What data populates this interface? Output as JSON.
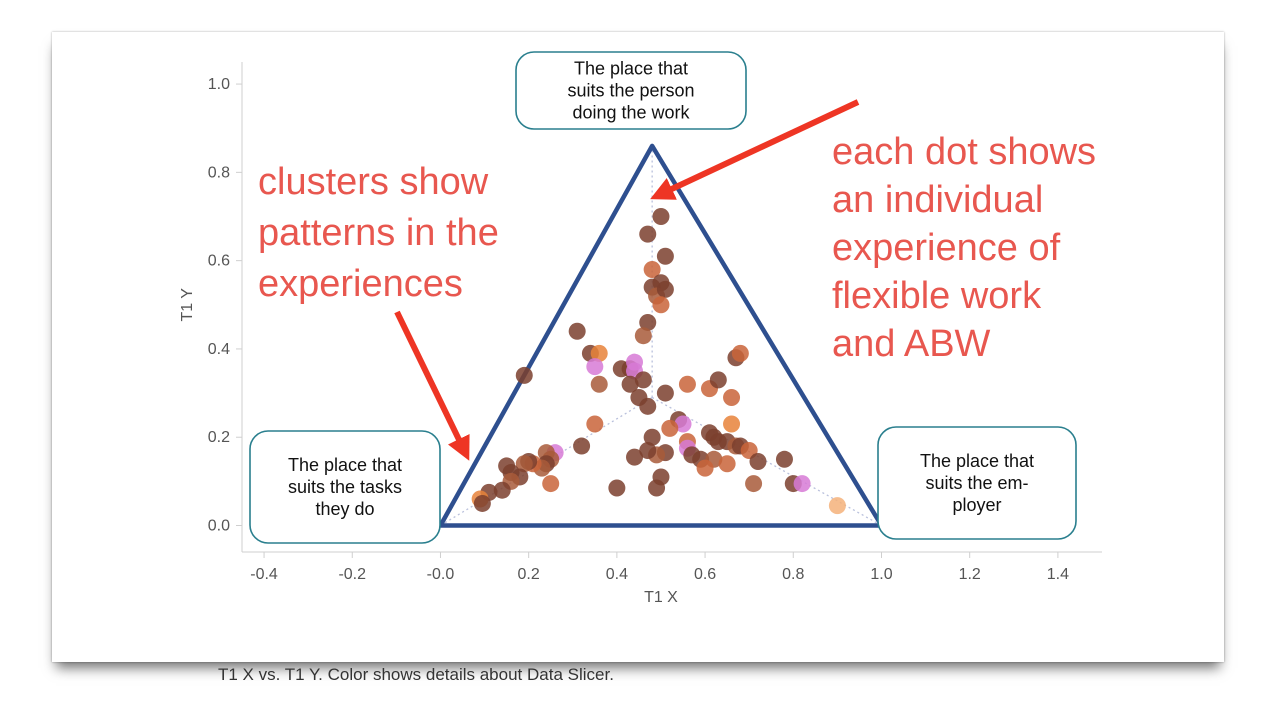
{
  "caption": "T1 X vs. T1 Y.  Color shows details about Data Slicer.",
  "chart_data": {
    "type": "scatter",
    "xlabel": "T1 X",
    "ylabel": "T1 Y",
    "xlim": [
      -0.45,
      1.5
    ],
    "ylim": [
      -0.06,
      1.05
    ],
    "x_ticks": [
      "-0.4",
      "-0.2",
      "-0.0",
      "0.2",
      "0.4",
      "0.6",
      "0.8",
      "1.0",
      "1.2",
      "1.4"
    ],
    "y_ticks": [
      "0.0",
      "0.2",
      "0.4",
      "0.6",
      "0.8",
      "1.0"
    ],
    "grid": false,
    "triangle": [
      [
        0.0,
        0.0
      ],
      [
        1.0,
        0.0
      ],
      [
        0.48,
        0.86
      ]
    ],
    "centroid": [
      0.48,
      0.29
    ],
    "colors": {
      "dark_brown": "#7b3f2e",
      "mid_brown": "#a85a3a",
      "orange_brown": "#c9643a",
      "orange": "#e8833a",
      "light_orange": "#f4b27a",
      "pink": "#d77ad6",
      "triangle": "#2e4f8f",
      "annotation": "#e8574f"
    },
    "points": [
      [
        0.47,
        0.66,
        "dark_brown"
      ],
      [
        0.5,
        0.7,
        "dark_brown"
      ],
      [
        0.51,
        0.61,
        "dark_brown"
      ],
      [
        0.48,
        0.58,
        "orange_brown"
      ],
      [
        0.48,
        0.54,
        "dark_brown"
      ],
      [
        0.5,
        0.55,
        "dark_brown"
      ],
      [
        0.49,
        0.52,
        "mid_brown"
      ],
      [
        0.51,
        0.535,
        "dark_brown"
      ],
      [
        0.5,
        0.5,
        "orange_brown"
      ],
      [
        0.47,
        0.46,
        "dark_brown"
      ],
      [
        0.46,
        0.43,
        "mid_brown"
      ],
      [
        0.31,
        0.44,
        "dark_brown"
      ],
      [
        0.34,
        0.39,
        "dark_brown"
      ],
      [
        0.36,
        0.39,
        "orange"
      ],
      [
        0.35,
        0.36,
        "pink"
      ],
      [
        0.36,
        0.32,
        "mid_brown"
      ],
      [
        0.41,
        0.355,
        "dark_brown"
      ],
      [
        0.43,
        0.355,
        "dark_brown"
      ],
      [
        0.44,
        0.37,
        "pink"
      ],
      [
        0.44,
        0.35,
        "pink"
      ],
      [
        0.43,
        0.32,
        "dark_brown"
      ],
      [
        0.46,
        0.33,
        "dark_brown"
      ],
      [
        0.45,
        0.29,
        "dark_brown"
      ],
      [
        0.19,
        0.34,
        "dark_brown"
      ],
      [
        0.35,
        0.23,
        "orange_brown"
      ],
      [
        0.47,
        0.27,
        "dark_brown"
      ],
      [
        0.51,
        0.3,
        "dark_brown"
      ],
      [
        0.56,
        0.32,
        "orange_brown"
      ],
      [
        0.61,
        0.31,
        "orange_brown"
      ],
      [
        0.63,
        0.33,
        "dark_brown"
      ],
      [
        0.67,
        0.38,
        "dark_brown"
      ],
      [
        0.68,
        0.39,
        "orange_brown"
      ],
      [
        0.66,
        0.29,
        "orange_brown"
      ],
      [
        0.54,
        0.24,
        "dark_brown"
      ],
      [
        0.55,
        0.23,
        "pink"
      ],
      [
        0.52,
        0.22,
        "orange_brown"
      ],
      [
        0.56,
        0.19,
        "orange_brown"
      ],
      [
        0.56,
        0.175,
        "pink"
      ],
      [
        0.51,
        0.165,
        "dark_brown"
      ],
      [
        0.49,
        0.16,
        "mid_brown"
      ],
      [
        0.48,
        0.2,
        "dark_brown"
      ],
      [
        0.47,
        0.17,
        "dark_brown"
      ],
      [
        0.44,
        0.155,
        "dark_brown"
      ],
      [
        0.61,
        0.21,
        "dark_brown"
      ],
      [
        0.62,
        0.2,
        "dark_brown"
      ],
      [
        0.63,
        0.19,
        "dark_brown"
      ],
      [
        0.65,
        0.19,
        "dark_brown"
      ],
      [
        0.67,
        0.18,
        "mid_brown"
      ],
      [
        0.66,
        0.23,
        "orange"
      ],
      [
        0.68,
        0.18,
        "dark_brown"
      ],
      [
        0.7,
        0.17,
        "orange_brown"
      ],
      [
        0.72,
        0.145,
        "dark_brown"
      ],
      [
        0.57,
        0.16,
        "dark_brown"
      ],
      [
        0.59,
        0.15,
        "dark_brown"
      ],
      [
        0.62,
        0.15,
        "mid_brown"
      ],
      [
        0.65,
        0.14,
        "orange_brown"
      ],
      [
        0.6,
        0.13,
        "orange_brown"
      ],
      [
        0.78,
        0.15,
        "dark_brown"
      ],
      [
        0.8,
        0.095,
        "dark_brown"
      ],
      [
        0.82,
        0.095,
        "pink"
      ],
      [
        0.71,
        0.095,
        "mid_brown"
      ],
      [
        0.9,
        0.045,
        "light_orange"
      ],
      [
        0.5,
        0.11,
        "dark_brown"
      ],
      [
        0.49,
        0.085,
        "dark_brown"
      ],
      [
        0.4,
        0.085,
        "dark_brown"
      ],
      [
        0.32,
        0.18,
        "dark_brown"
      ],
      [
        0.26,
        0.165,
        "pink"
      ],
      [
        0.24,
        0.165,
        "mid_brown"
      ],
      [
        0.25,
        0.15,
        "mid_brown"
      ],
      [
        0.24,
        0.14,
        "dark_brown"
      ],
      [
        0.23,
        0.13,
        "mid_brown"
      ],
      [
        0.21,
        0.14,
        "orange_brown"
      ],
      [
        0.2,
        0.145,
        "dark_brown"
      ],
      [
        0.19,
        0.14,
        "mid_brown"
      ],
      [
        0.18,
        0.11,
        "dark_brown"
      ],
      [
        0.16,
        0.12,
        "dark_brown"
      ],
      [
        0.15,
        0.135,
        "dark_brown"
      ],
      [
        0.16,
        0.1,
        "mid_brown"
      ],
      [
        0.14,
        0.08,
        "dark_brown"
      ],
      [
        0.11,
        0.075,
        "dark_brown"
      ],
      [
        0.09,
        0.06,
        "orange"
      ],
      [
        0.095,
        0.05,
        "dark_brown"
      ],
      [
        0.25,
        0.095,
        "orange_brown"
      ]
    ],
    "callouts": [
      {
        "lines": [
          "The place that",
          "suits the person",
          "doing the work"
        ]
      },
      {
        "lines": [
          "The place that",
          "suits the tasks",
          "they do"
        ]
      },
      {
        "lines": [
          "The place that",
          "suits the em-",
          "ployer"
        ]
      }
    ],
    "annotations": [
      {
        "lines": [
          "clusters show",
          "patterns in the",
          "experiences"
        ]
      },
      {
        "lines": [
          "each dot shows",
          "an individual",
          "experience of",
          "flexible work",
          "and ABW"
        ]
      }
    ]
  }
}
